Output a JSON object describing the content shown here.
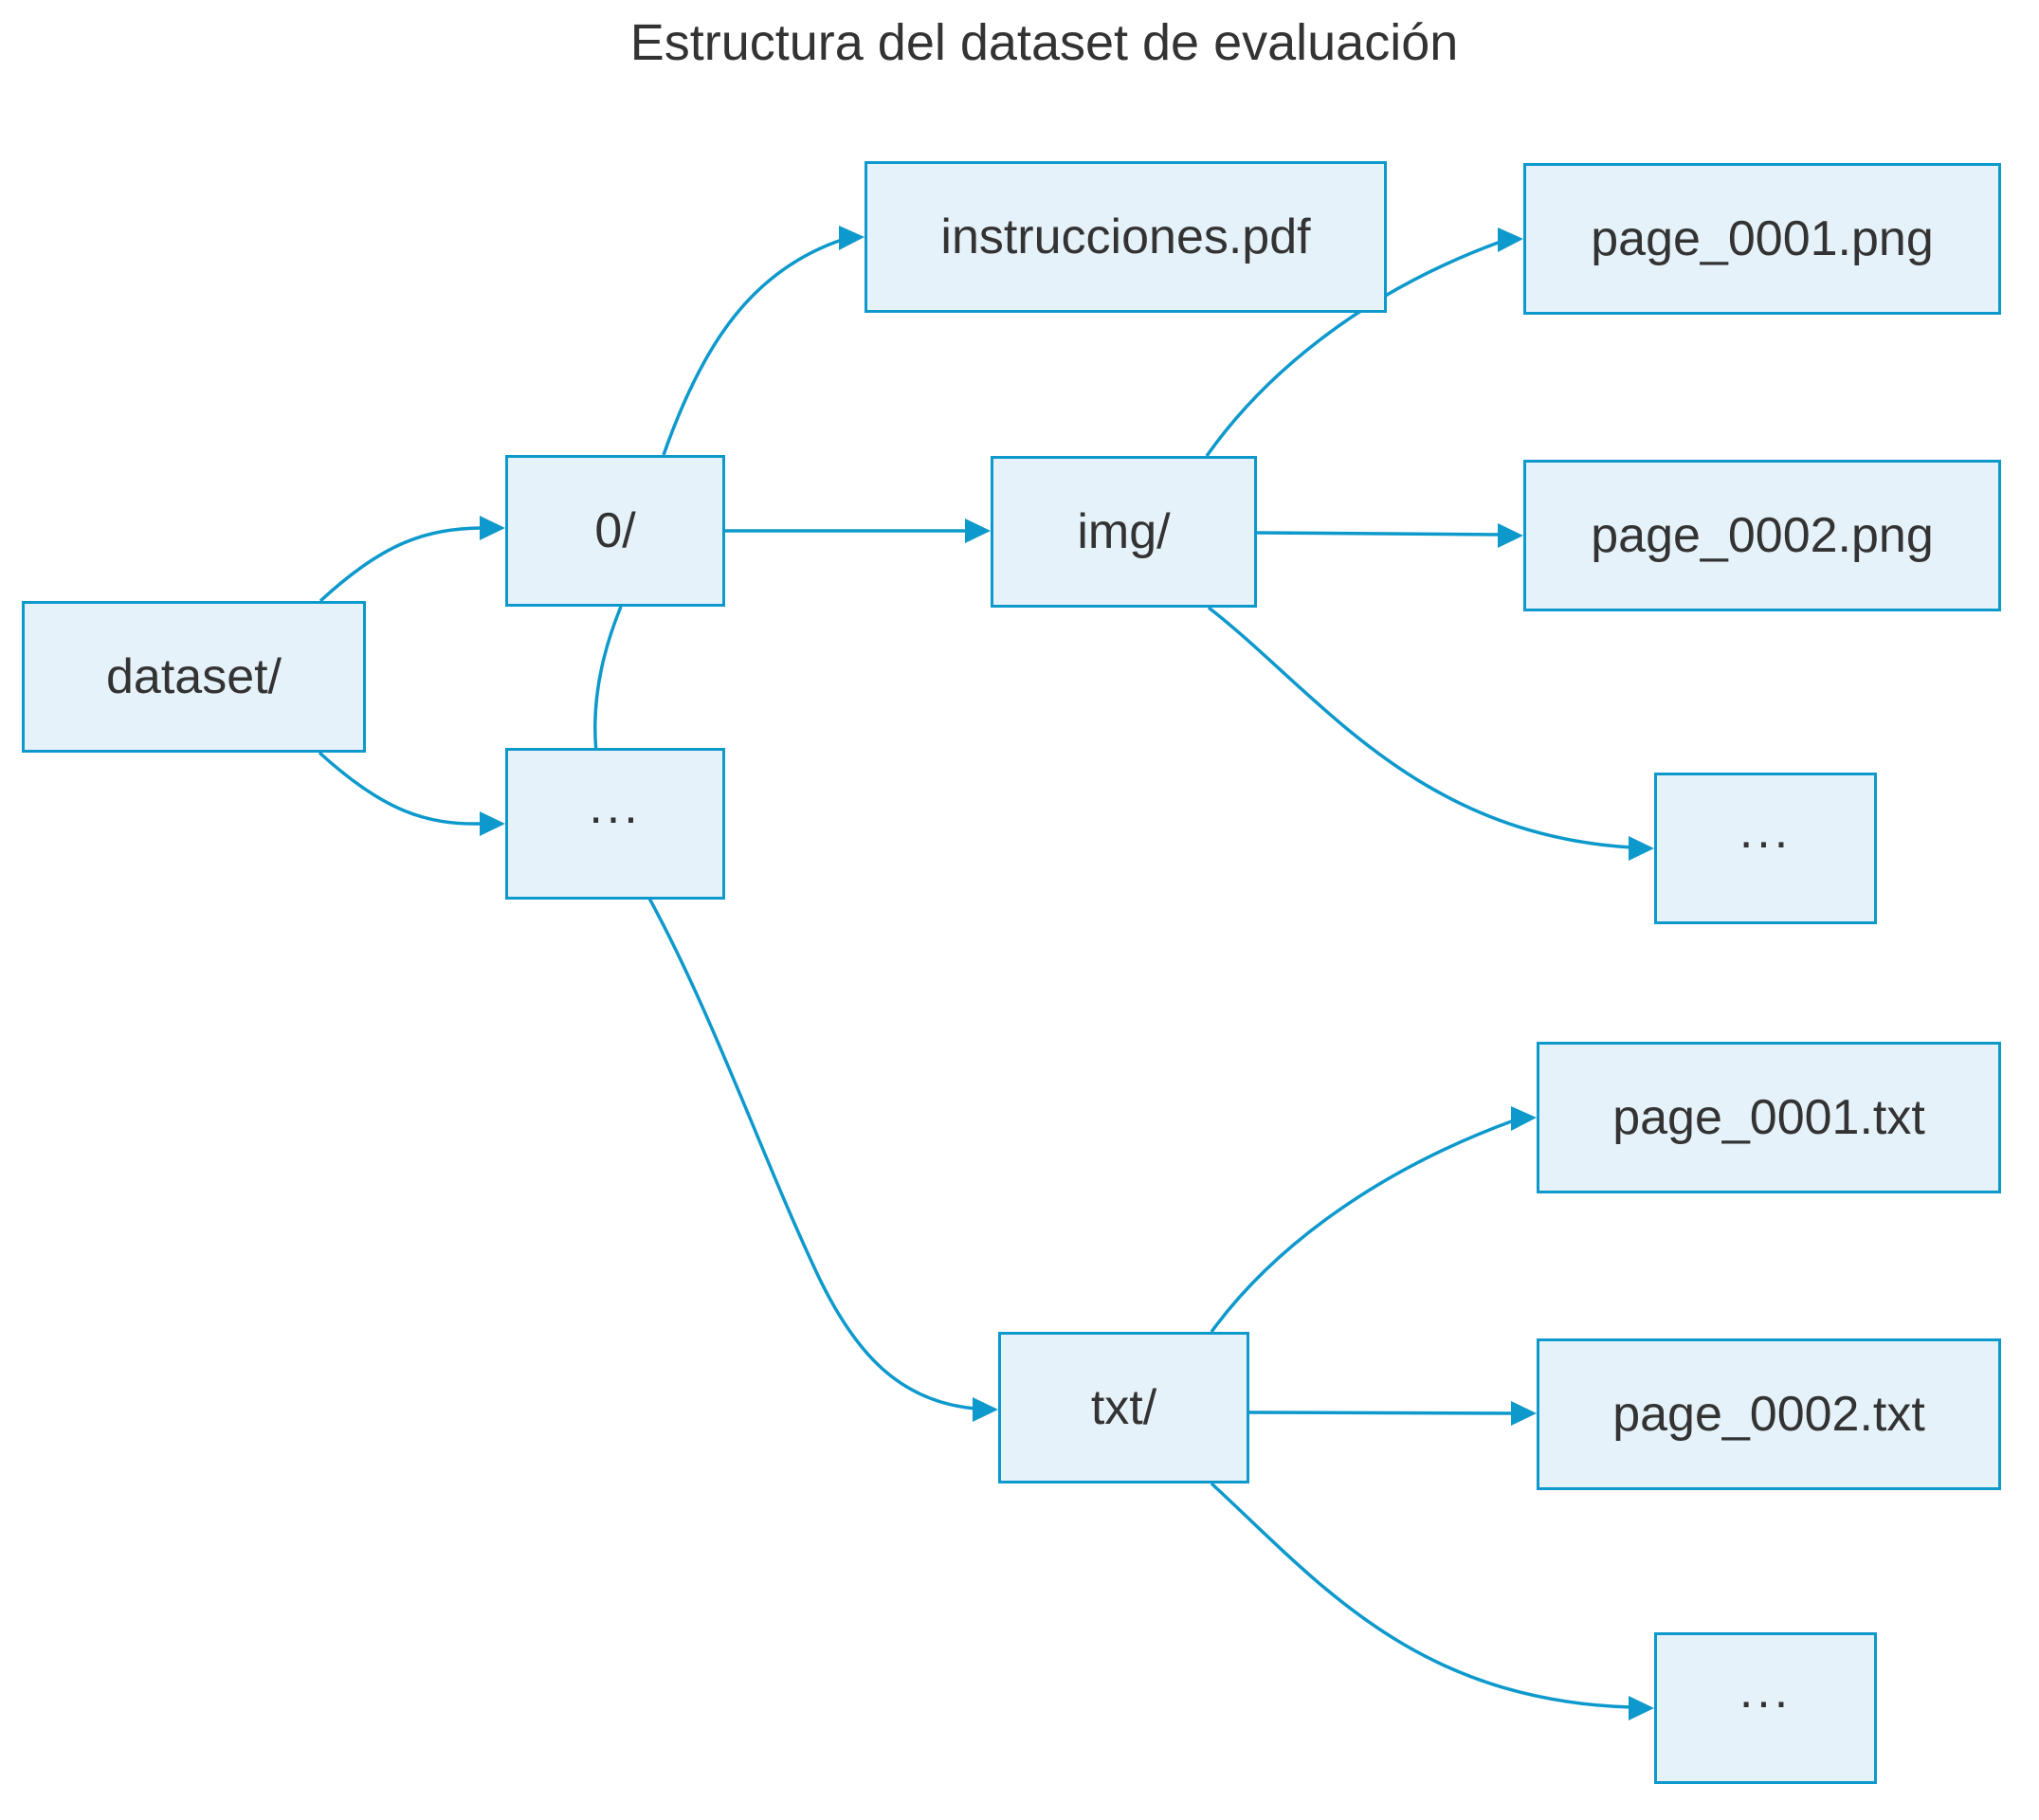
{
  "title": "Estructura del dataset de evaluación",
  "colors": {
    "background": "#ffffff",
    "node_fill": "#e5f2f9",
    "node_border": "#0d99cc",
    "edge": "#0d99cc",
    "text": "#333333"
  },
  "nodes": {
    "dataset": {
      "label": "dataset/"
    },
    "zero": {
      "label": "0/"
    },
    "ellipsis1": {
      "label": "..."
    },
    "instrucciones": {
      "label": "instrucciones.pdf"
    },
    "img": {
      "label": "img/"
    },
    "page1png": {
      "label": "page_0001.png"
    },
    "page2png": {
      "label": "page_0002.png"
    },
    "ellipsis2": {
      "label": "..."
    },
    "txt": {
      "label": "txt/"
    },
    "page1txt": {
      "label": "page_0001.txt"
    },
    "page2txt": {
      "label": "page_0002.txt"
    },
    "ellipsis3": {
      "label": "..."
    }
  },
  "edges": [
    {
      "from": "dataset/",
      "to": "0/"
    },
    {
      "from": "dataset/",
      "to": "..."
    },
    {
      "from": "0/",
      "to": "instrucciones.pdf"
    },
    {
      "from": "0/",
      "to": "img/"
    },
    {
      "from": "0/",
      "to": "txt/"
    },
    {
      "from": "img/",
      "to": "page_0001.png"
    },
    {
      "from": "img/",
      "to": "page_0002.png"
    },
    {
      "from": "img/",
      "to": "..."
    },
    {
      "from": "txt/",
      "to": "page_0001.txt"
    },
    {
      "from": "txt/",
      "to": "page_0002.txt"
    },
    {
      "from": "txt/",
      "to": "..."
    }
  ]
}
